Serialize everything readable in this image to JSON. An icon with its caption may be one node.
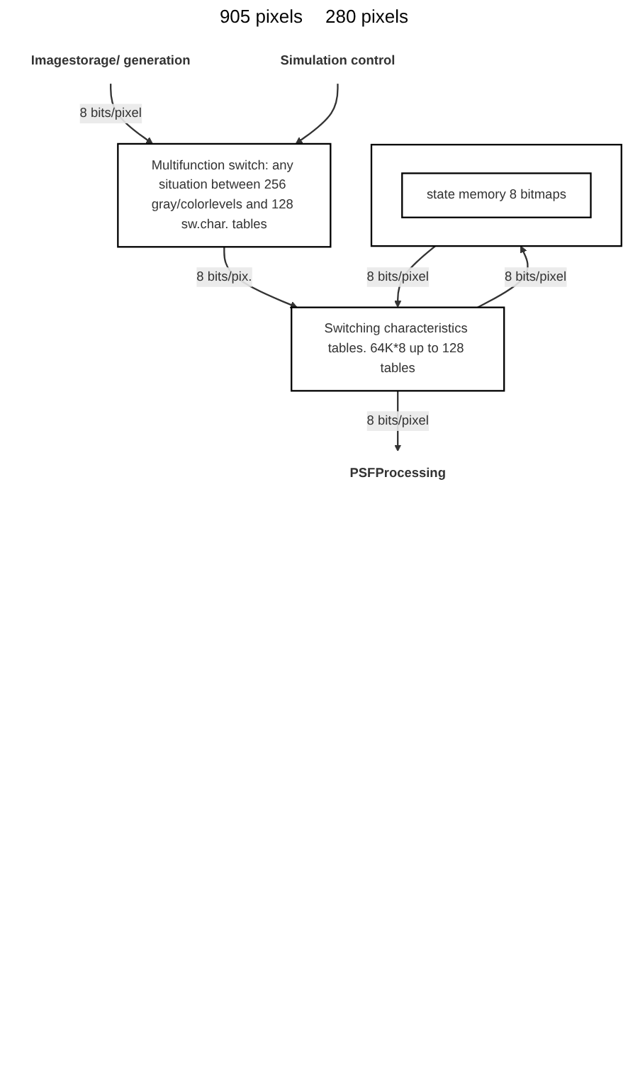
{
  "diagram": {
    "nodes": [
      {
        "text": [
          "Imagestorage/ generation"
        ]
      },
      {
        "text": [
          "Simulation control"
        ]
      },
      {
        "text": [],
        "shape": "box"
      },
      {
        "text": [
          "state memory 8 bitmaps"
        ],
        "in": 2
      },
      {
        "text": [
          "Multifunction switch: any situation between 256 gray/colorlevels and 128 sw.char. tables"
        ]
      },
      {
        "text": [
          "Switching characteristics tables. 64K*8 up to 128 tables"
        ]
      },
      {
        "text": [
          "PSFProcessing"
        ]
      }
    ],
    "edges": [
      {
        "from": 0,
        "to": 4,
        "arrow": "to",
        "label": "8 bits/pixel"
      },
      {
        "from": 1,
        "to": 4,
        "arrow": "to"
      },
      {
        "from": 2,
        "to": 5,
        "arrow": "to",
        "label": "8 bits/pixel"
      },
      {
        "from": 4,
        "to": 5,
        "arrow": "to",
        "label": "8 bits/pix."
      },
      {
        "from": 5,
        "to": 6,
        "arrow": "to",
        "label": "8 bits/pixel"
      },
      {
        "from": 5,
        "to": 2,
        "arrow": "to",
        "label": "8 bits/pixel"
      }
    ],
    "labels": [
      "905 pixels",
      "280 pixels"
    ]
  }
}
